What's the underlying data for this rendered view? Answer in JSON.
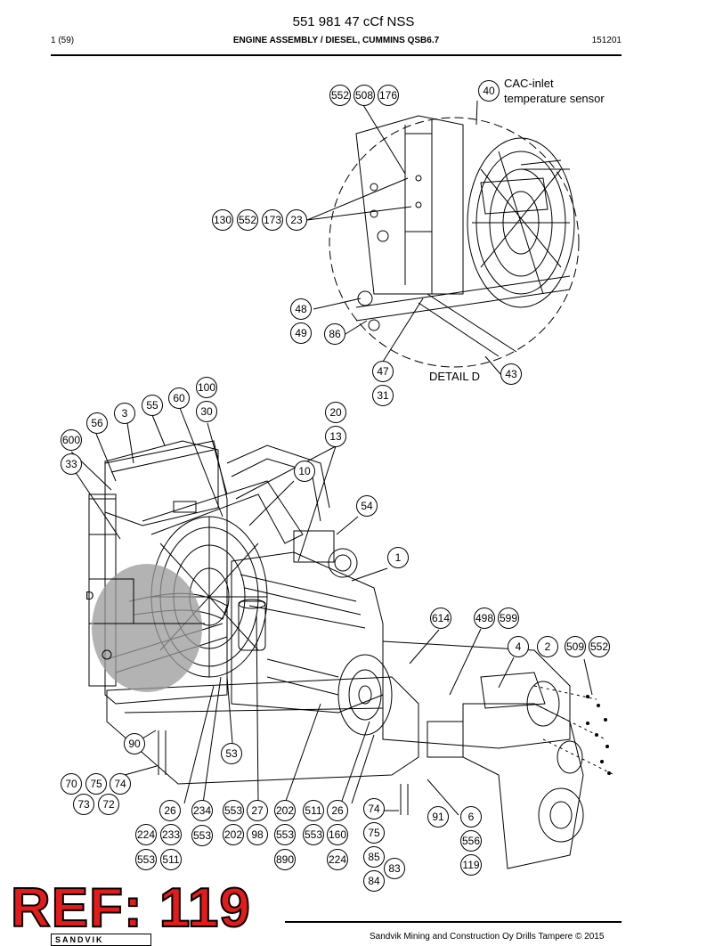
{
  "header": {
    "title": "551 981 47 cCf NSS",
    "page": "1 (59)",
    "section": "ENGINE ASSEMBLY / DIESEL, CUMMINS QSB6.7",
    "date": "151201"
  },
  "detail": {
    "caption": "DETAIL D",
    "marker": "D",
    "sensor_label_line1": "CAC-inlet",
    "sensor_label_line2": "temperature sensor"
  },
  "callouts": [
    "552",
    "508",
    "176",
    "40",
    "130",
    "552",
    "173",
    "23",
    "48",
    "49",
    "86",
    "47",
    "31",
    "43",
    "100",
    "60",
    "30",
    "55",
    "3",
    "56",
    "600",
    "33",
    "20",
    "13",
    "10",
    "54",
    "1",
    "614",
    "498",
    "599",
    "4",
    "2",
    "509",
    "552",
    "90",
    "53",
    "70",
    "75",
    "74",
    "73",
    "72",
    "26",
    "234",
    "553",
    "27",
    "202",
    "511",
    "26",
    "74",
    "91",
    "6",
    "224",
    "233",
    "553",
    "202",
    "98",
    "553",
    "553",
    "160",
    "75",
    "556",
    "553",
    "511",
    "890",
    "224",
    "85",
    "83",
    "119",
    "84"
  ],
  "ref_stamp": "REF: 119",
  "footer": {
    "copyright": "Sandvik Mining and Construction Oy Drills Tampere © 2015",
    "logo": "SANDVIK"
  },
  "colors": {
    "ref": "#e41b1b",
    "line": "#000000",
    "shade": "#9a9a9a"
  }
}
